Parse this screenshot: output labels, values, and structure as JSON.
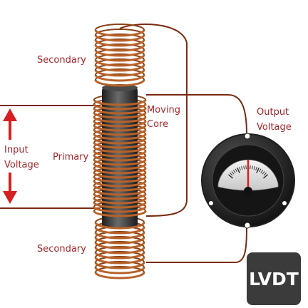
{
  "diagram": {
    "labels": {
      "secondary_top": "Secondary",
      "secondary_bottom": "Secondary",
      "primary": "Primary",
      "moving_core_line1": "Moving",
      "moving_core_line2": "Core",
      "output_voltage_line1": "Output",
      "output_voltage_line2": "Voltage",
      "input_voltage_line1": "Input",
      "input_voltage_line2": "Voltage"
    },
    "badge": "LVDT",
    "colors": {
      "label": "#a5262a",
      "wire": "#7a2a10",
      "copper": "#b8622a",
      "core": "#3a3a3a",
      "arrow": "#d42020",
      "badge_bg": "#3b3b3b"
    },
    "meter": {
      "needle_color": "#d42020",
      "scale_ticks": 21
    }
  }
}
